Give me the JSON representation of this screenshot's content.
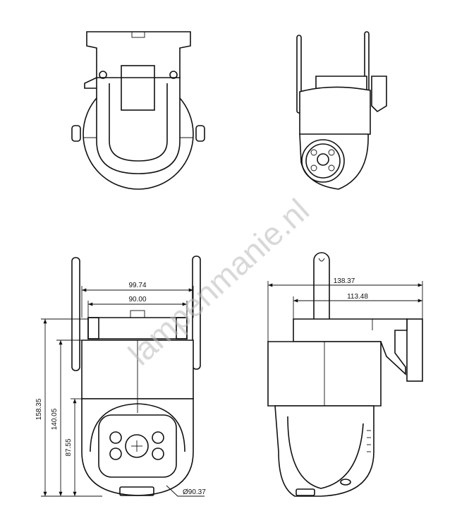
{
  "watermark": "lampenmanie.nl",
  "dimensions": {
    "overall_height": "158.35",
    "body_height": "140.05",
    "head_height": "87.55",
    "total_width": "99.74",
    "inner_width": "90.00",
    "head_diameter": "Ø90.37",
    "side_depth_total": "138.37",
    "side_depth_inner": "113.48"
  }
}
